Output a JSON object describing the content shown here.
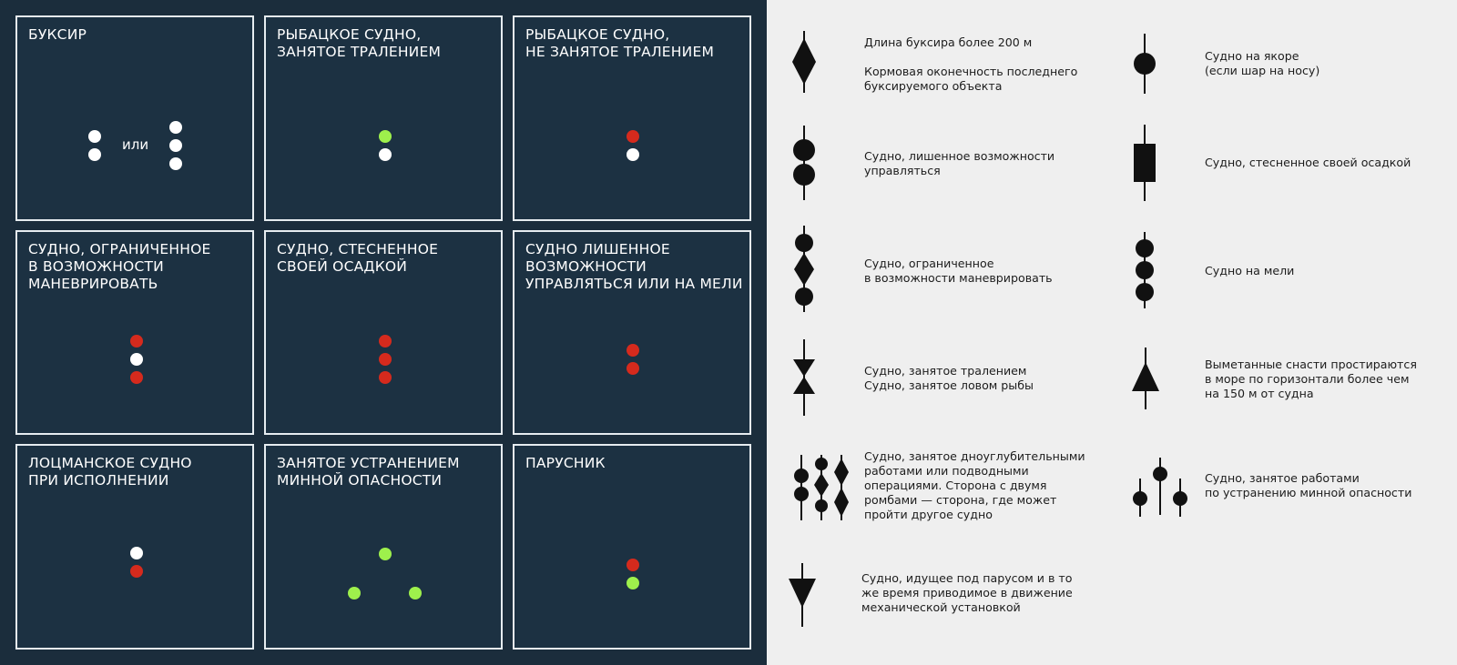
{
  "colors": {
    "panel_bg": "#1b2d3c",
    "card_bg": "#1c3142",
    "card_border": "#e6ecf0",
    "light_white": "#ffffff",
    "light_green": "#9ef04c",
    "light_red": "#d52a1d",
    "symbol": "#111111"
  },
  "cards": [
    {
      "title": "БУКСИР",
      "or_text": "или"
    },
    {
      "title": "РЫБАЦКОЕ СУДНО,\nЗАНЯТОЕ ТРАЛЕНИЕМ"
    },
    {
      "title": "РЫБАЦКОЕ СУДНО,\nНЕ ЗАНЯТОЕ ТРАЛЕНИЕМ"
    },
    {
      "title": "СУДНО, ОГРАНИЧЕННОЕ\nВ ВОЗМОЖНОСТИ\nМАНЕВРИРОВАТЬ"
    },
    {
      "title": "СУДНО, СТЕСНЕННОЕ\nСВОЕЙ ОСАДКОЙ"
    },
    {
      "title": "СУДНО ЛИШЕННОЕ\nВОЗМОЖНОСТИ\nУПРАВЛЯТЬСЯ ИЛИ НА МЕЛИ"
    },
    {
      "title": "ЛОЦМАНСКОЕ СУДНО\nПРИ ИСПОЛНЕНИИ"
    },
    {
      "title": "ЗАНЯТОЕ УСТРАНЕНИЕМ\nМИННОЙ ОПАСНОСТИ"
    },
    {
      "title": "ПАРУСНИК"
    }
  ],
  "legend": [
    {
      "symbol": "diamond-shape-icon",
      "text": "Длина буксира более 200 м\n\nКормовая оконечность последнего\nбуксируемого объекта"
    },
    {
      "symbol": "two-balls-shape-icon",
      "text": "Судно, лишенное возможности\nуправляться"
    },
    {
      "symbol": "ball-diamond-ball-shape-icon",
      "text": "Судно, ограниченное\nв возможности маневрировать"
    },
    {
      "symbol": "hourglass-cones-shape-icon",
      "text": "Судно, занятое тралением\nСудно, занятое ловом рыбы"
    },
    {
      "symbol": "dredging-shapes-icon",
      "text": "Судно, занятое дноуглубительными\nработами или подводными\nоперациями. Сторона с двумя\nромбами — сторона,  где может\nпройти другое судно"
    },
    {
      "symbol": "cone-down-shape-icon",
      "text": "Судно, идущее под парусом и в то\nже время приводимое в движение\nмеханической установкой"
    },
    {
      "symbol": "ball-shape-icon",
      "text": "Судно на якоре\n(если шар на носу)"
    },
    {
      "symbol": "cylinder-shape-icon",
      "text": "Судно, стесненное своей осадкой"
    },
    {
      "symbol": "three-balls-shape-icon",
      "text": "Судно на мели"
    },
    {
      "symbol": "cone-up-shape-icon",
      "text": "Выметанные снасти простираются\nв море по горизонтали более чем\nна 150 м от судна"
    },
    {
      "symbol": "three-balls-triangle-shape-icon",
      "text": "Судно, занятое работами\nпо устранению минной опасности"
    }
  ]
}
